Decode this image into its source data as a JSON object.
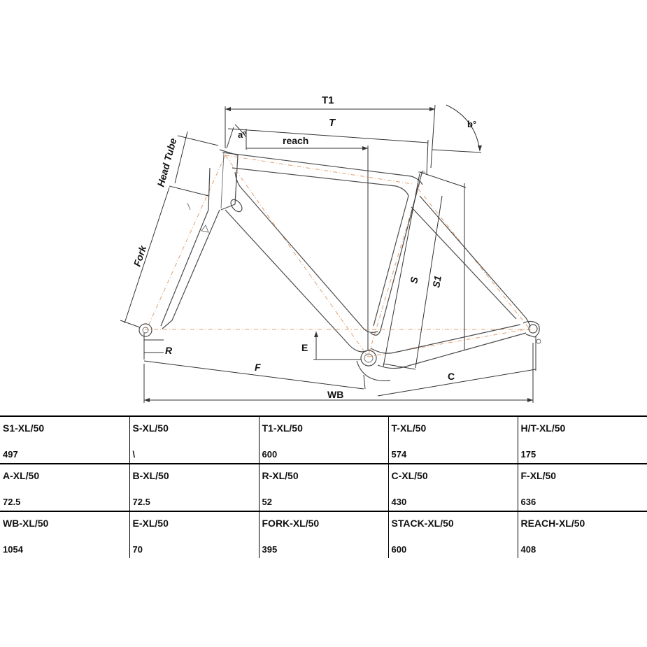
{
  "diagram": {
    "labels": {
      "t1": "T1",
      "t": "T",
      "a": "a°",
      "b": "b°",
      "reach": "reach",
      "head_tube": "Head Tube",
      "fork": "Fork",
      "s": "S",
      "s1": "S1",
      "e": "E",
      "r": "R",
      "f": "F",
      "c": "C",
      "wb": "WB"
    }
  },
  "table": {
    "rows": [
      [
        {
          "label": "S1-XL/50",
          "value": "497"
        },
        {
          "label": "S-XL/50",
          "value": "\\"
        },
        {
          "label": "T1-XL/50",
          "value": "600"
        },
        {
          "label": "T-XL/50",
          "value": "574"
        },
        {
          "label": "H/T-XL/50",
          "value": "175"
        }
      ],
      [
        {
          "label": "A-XL/50",
          "value": "72.5"
        },
        {
          "label": "B-XL/50",
          "value": "72.5"
        },
        {
          "label": "R-XL/50",
          "value": "52"
        },
        {
          "label": "C-XL/50",
          "value": "430"
        },
        {
          "label": "F-XL/50",
          "value": "636"
        }
      ],
      [
        {
          "label": "WB-XL/50",
          "value": "1054"
        },
        {
          "label": "E-XL/50",
          "value": "70"
        },
        {
          "label": "FORK-XL/50",
          "value": "395"
        },
        {
          "label": "STACK-XL/50",
          "value": "600"
        },
        {
          "label": "REACH-XL/50",
          "value": "408"
        }
      ]
    ]
  }
}
